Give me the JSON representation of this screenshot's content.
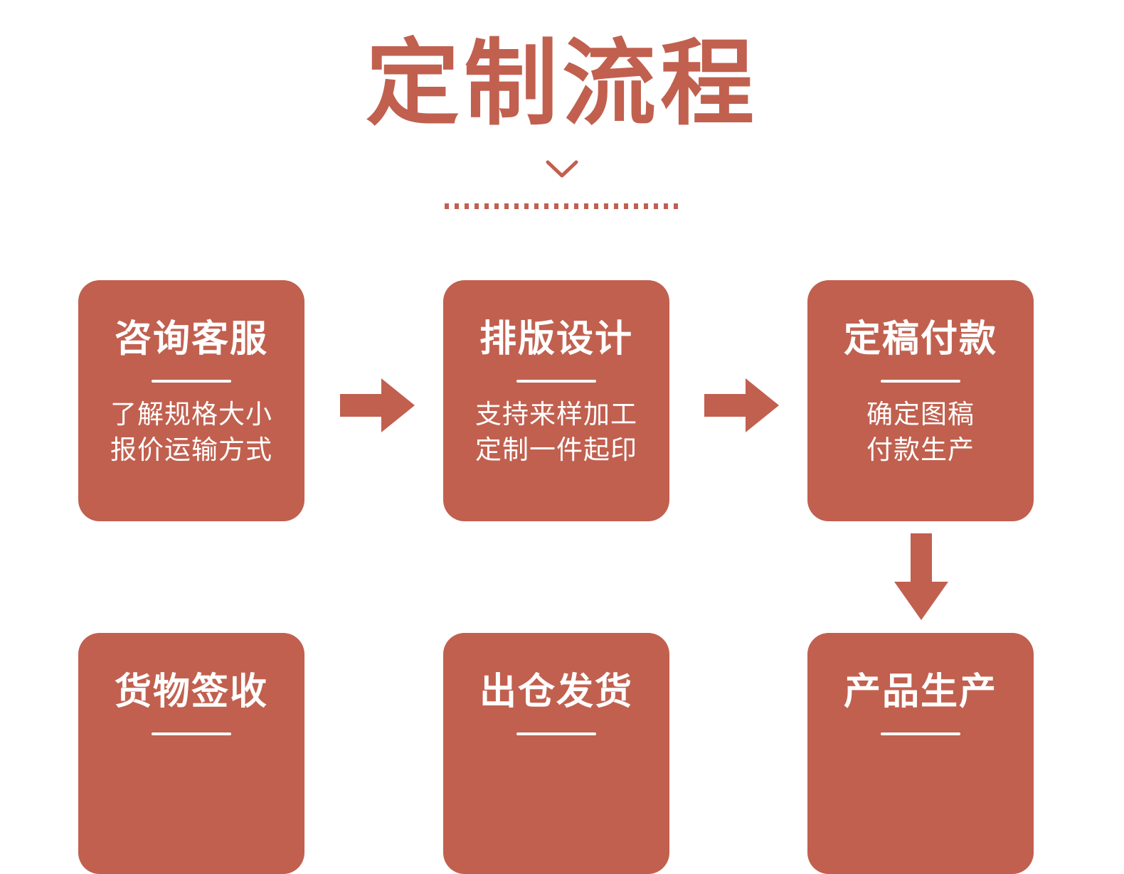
{
  "header": {
    "title": "定制流程",
    "chevron_icon": "chevron-down-icon",
    "divider_icon": "dotted-divider",
    "accent_color": "#c1604f"
  },
  "flow": {
    "card_bg_color": "#c1604f",
    "card_text_color": "#ffffff",
    "arrow_color": "#c1604f",
    "steps": [
      {
        "id": "step-1",
        "title": "咨询客服",
        "desc_lines": [
          "了解规格大小",
          "报价运输方式"
        ]
      },
      {
        "id": "step-2",
        "title": "排版设计",
        "desc_lines": [
          "支持来样加工",
          "定制一件起印"
        ]
      },
      {
        "id": "step-3",
        "title": "定稿付款",
        "desc_lines": [
          "确定图稿",
          "付款生产"
        ]
      },
      {
        "id": "step-6",
        "title": "货物签收",
        "desc_lines": [
          "",
          ""
        ]
      },
      {
        "id": "step-5",
        "title": "出仓发货",
        "desc_lines": [
          "",
          ""
        ]
      },
      {
        "id": "step-4",
        "title": "产品生产",
        "desc_lines": [
          "",
          ""
        ]
      }
    ],
    "connectors": [
      {
        "id": "arrow-step1-step2",
        "direction": "right"
      },
      {
        "id": "arrow-step2-step3",
        "direction": "right"
      },
      {
        "id": "arrow-step3-step4",
        "direction": "down"
      }
    ]
  }
}
